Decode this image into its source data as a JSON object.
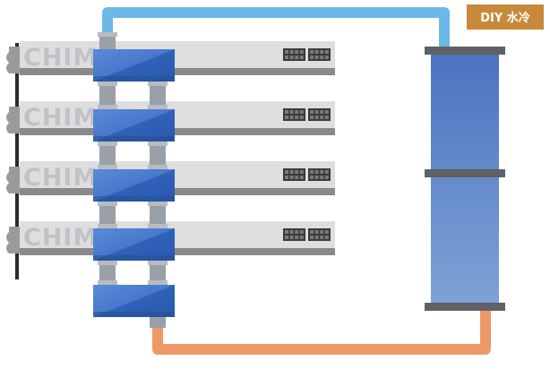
{
  "badge": {
    "label": "DIY 水冷"
  },
  "server_brand": "CHIMO",
  "server_count": 4,
  "colors": {
    "hot_pipe": "#6cb9e8",
    "cold_pipe": "#ee9868",
    "badge": "#c8893a",
    "block_top": "#4a7fd0",
    "block_bottom": "#2a58b0",
    "radiator_top": "#4f76c2",
    "radiator_bottom": "#7a9fd4",
    "server_body": "#dcdcdc",
    "server_dark": "#8a8a8a",
    "fitting": "#9aa0a8"
  }
}
